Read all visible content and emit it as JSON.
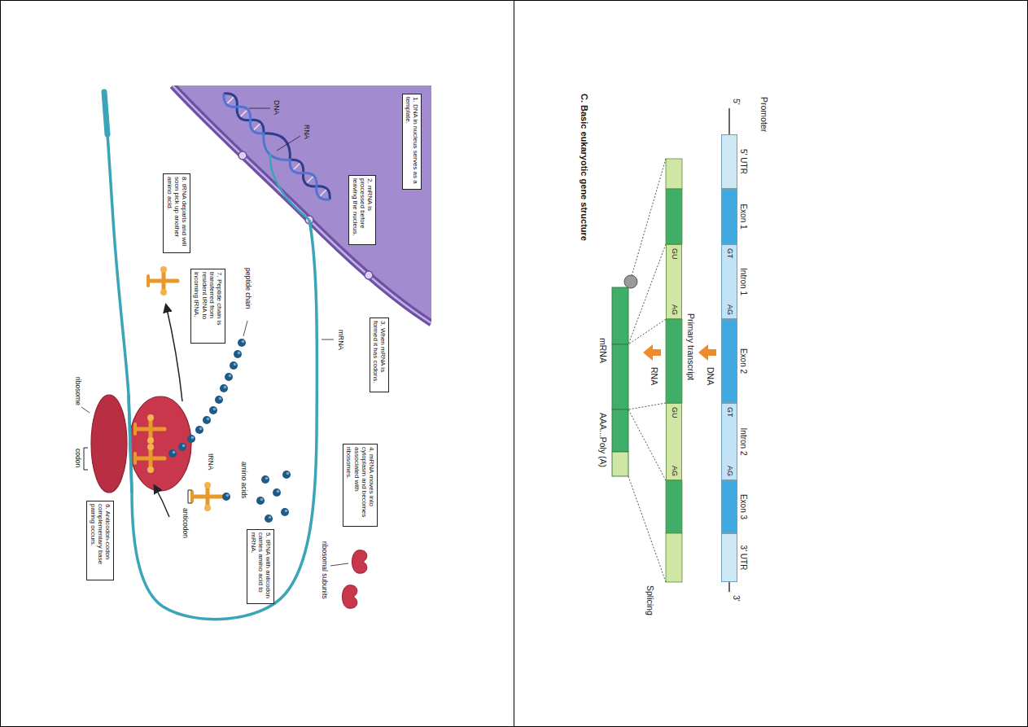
{
  "diagram": {
    "title": "C. Basic eukaryotic gene structure",
    "nodes": [
      {
        "text": [
          "1. DNA in nucleus serves as a template."
        ]
      },
      {
        "text": [
          "2. mRNA is processed before leaving the nucleus."
        ]
      },
      {
        "text": [
          "3. When mRNA is formed it has codons."
        ]
      },
      {
        "text": [
          "4. mRNA moves into cytoplasm and becomes associated with ribosomes."
        ]
      },
      {
        "text": [
          "5. tRNA with anticodon carries amino acid to mRNA."
        ]
      },
      {
        "text": [
          "6. Anticodon-codon complementary base pairing occurs."
        ]
      },
      {
        "text": [
          "7. Peptide chain is transferred from resident tRNA to incoming tRNA."
        ]
      },
      {
        "text": [
          "8. tRNA departs and will soon pick up another amino acid."
        ]
      },
      {
        "text": [
          "5' UTR"
        ]
      },
      {
        "text": [
          "Exon 1"
        ]
      },
      {
        "text": [
          "Intron 1",
          "GT",
          "AG"
        ]
      },
      {
        "text": [
          "Exon 2"
        ]
      },
      {
        "text": [
          "Intron 2",
          "GT",
          "AG"
        ]
      },
      {
        "text": [
          "Exon 3"
        ]
      },
      {
        "text": [
          "3' UTR"
        ]
      },
      {
        "text": [
          "GU",
          "AG"
        ]
      },
      {
        "text": [
          "GU",
          "AG"
        ]
      }
    ],
    "labels": [
      "DNA",
      "RNA",
      "mRNA",
      "peptide chain",
      "amino acids",
      "tRNA",
      "anticodon",
      "codon",
      "ribosome",
      "ribosomal subunits",
      "Promoter",
      "5'",
      "3'",
      "DNA",
      "Primary transcript",
      "RNA",
      "mRNA",
      "AAA...Poly (A)",
      "Splicing"
    ]
  }
}
